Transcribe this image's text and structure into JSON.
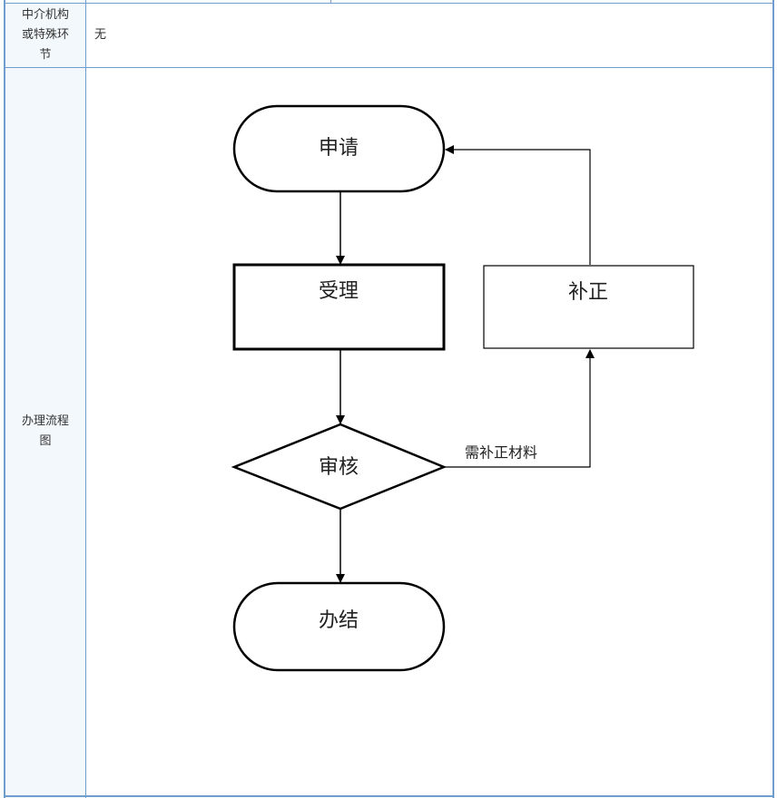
{
  "table": {
    "rows": [
      {
        "label": "中介机构或特殊环节",
        "label_lines": [
          "中介机构",
          "或特殊环",
          "节"
        ],
        "value": "无"
      },
      {
        "label": "办理流程图",
        "label_lines": [
          "办理流程",
          "图"
        ],
        "value": ""
      }
    ]
  },
  "flowchart": {
    "nodes": [
      {
        "id": "apply",
        "shape": "terminator",
        "label": "申请"
      },
      {
        "id": "accept",
        "shape": "process-bold",
        "label": "受理"
      },
      {
        "id": "review",
        "shape": "decision",
        "label": "审核"
      },
      {
        "id": "complete",
        "shape": "terminator",
        "label": "办结"
      },
      {
        "id": "supplement",
        "shape": "process",
        "label": "补正"
      }
    ],
    "edges": [
      {
        "from": "apply",
        "to": "accept",
        "label": ""
      },
      {
        "from": "accept",
        "to": "review",
        "label": ""
      },
      {
        "from": "review",
        "to": "complete",
        "label": ""
      },
      {
        "from": "review",
        "to": "supplement",
        "label": "需补正材料"
      },
      {
        "from": "supplement",
        "to": "apply",
        "label": ""
      }
    ]
  },
  "colors": {
    "border": "#6f9dcd",
    "label_bg": "#f3f8fc"
  }
}
